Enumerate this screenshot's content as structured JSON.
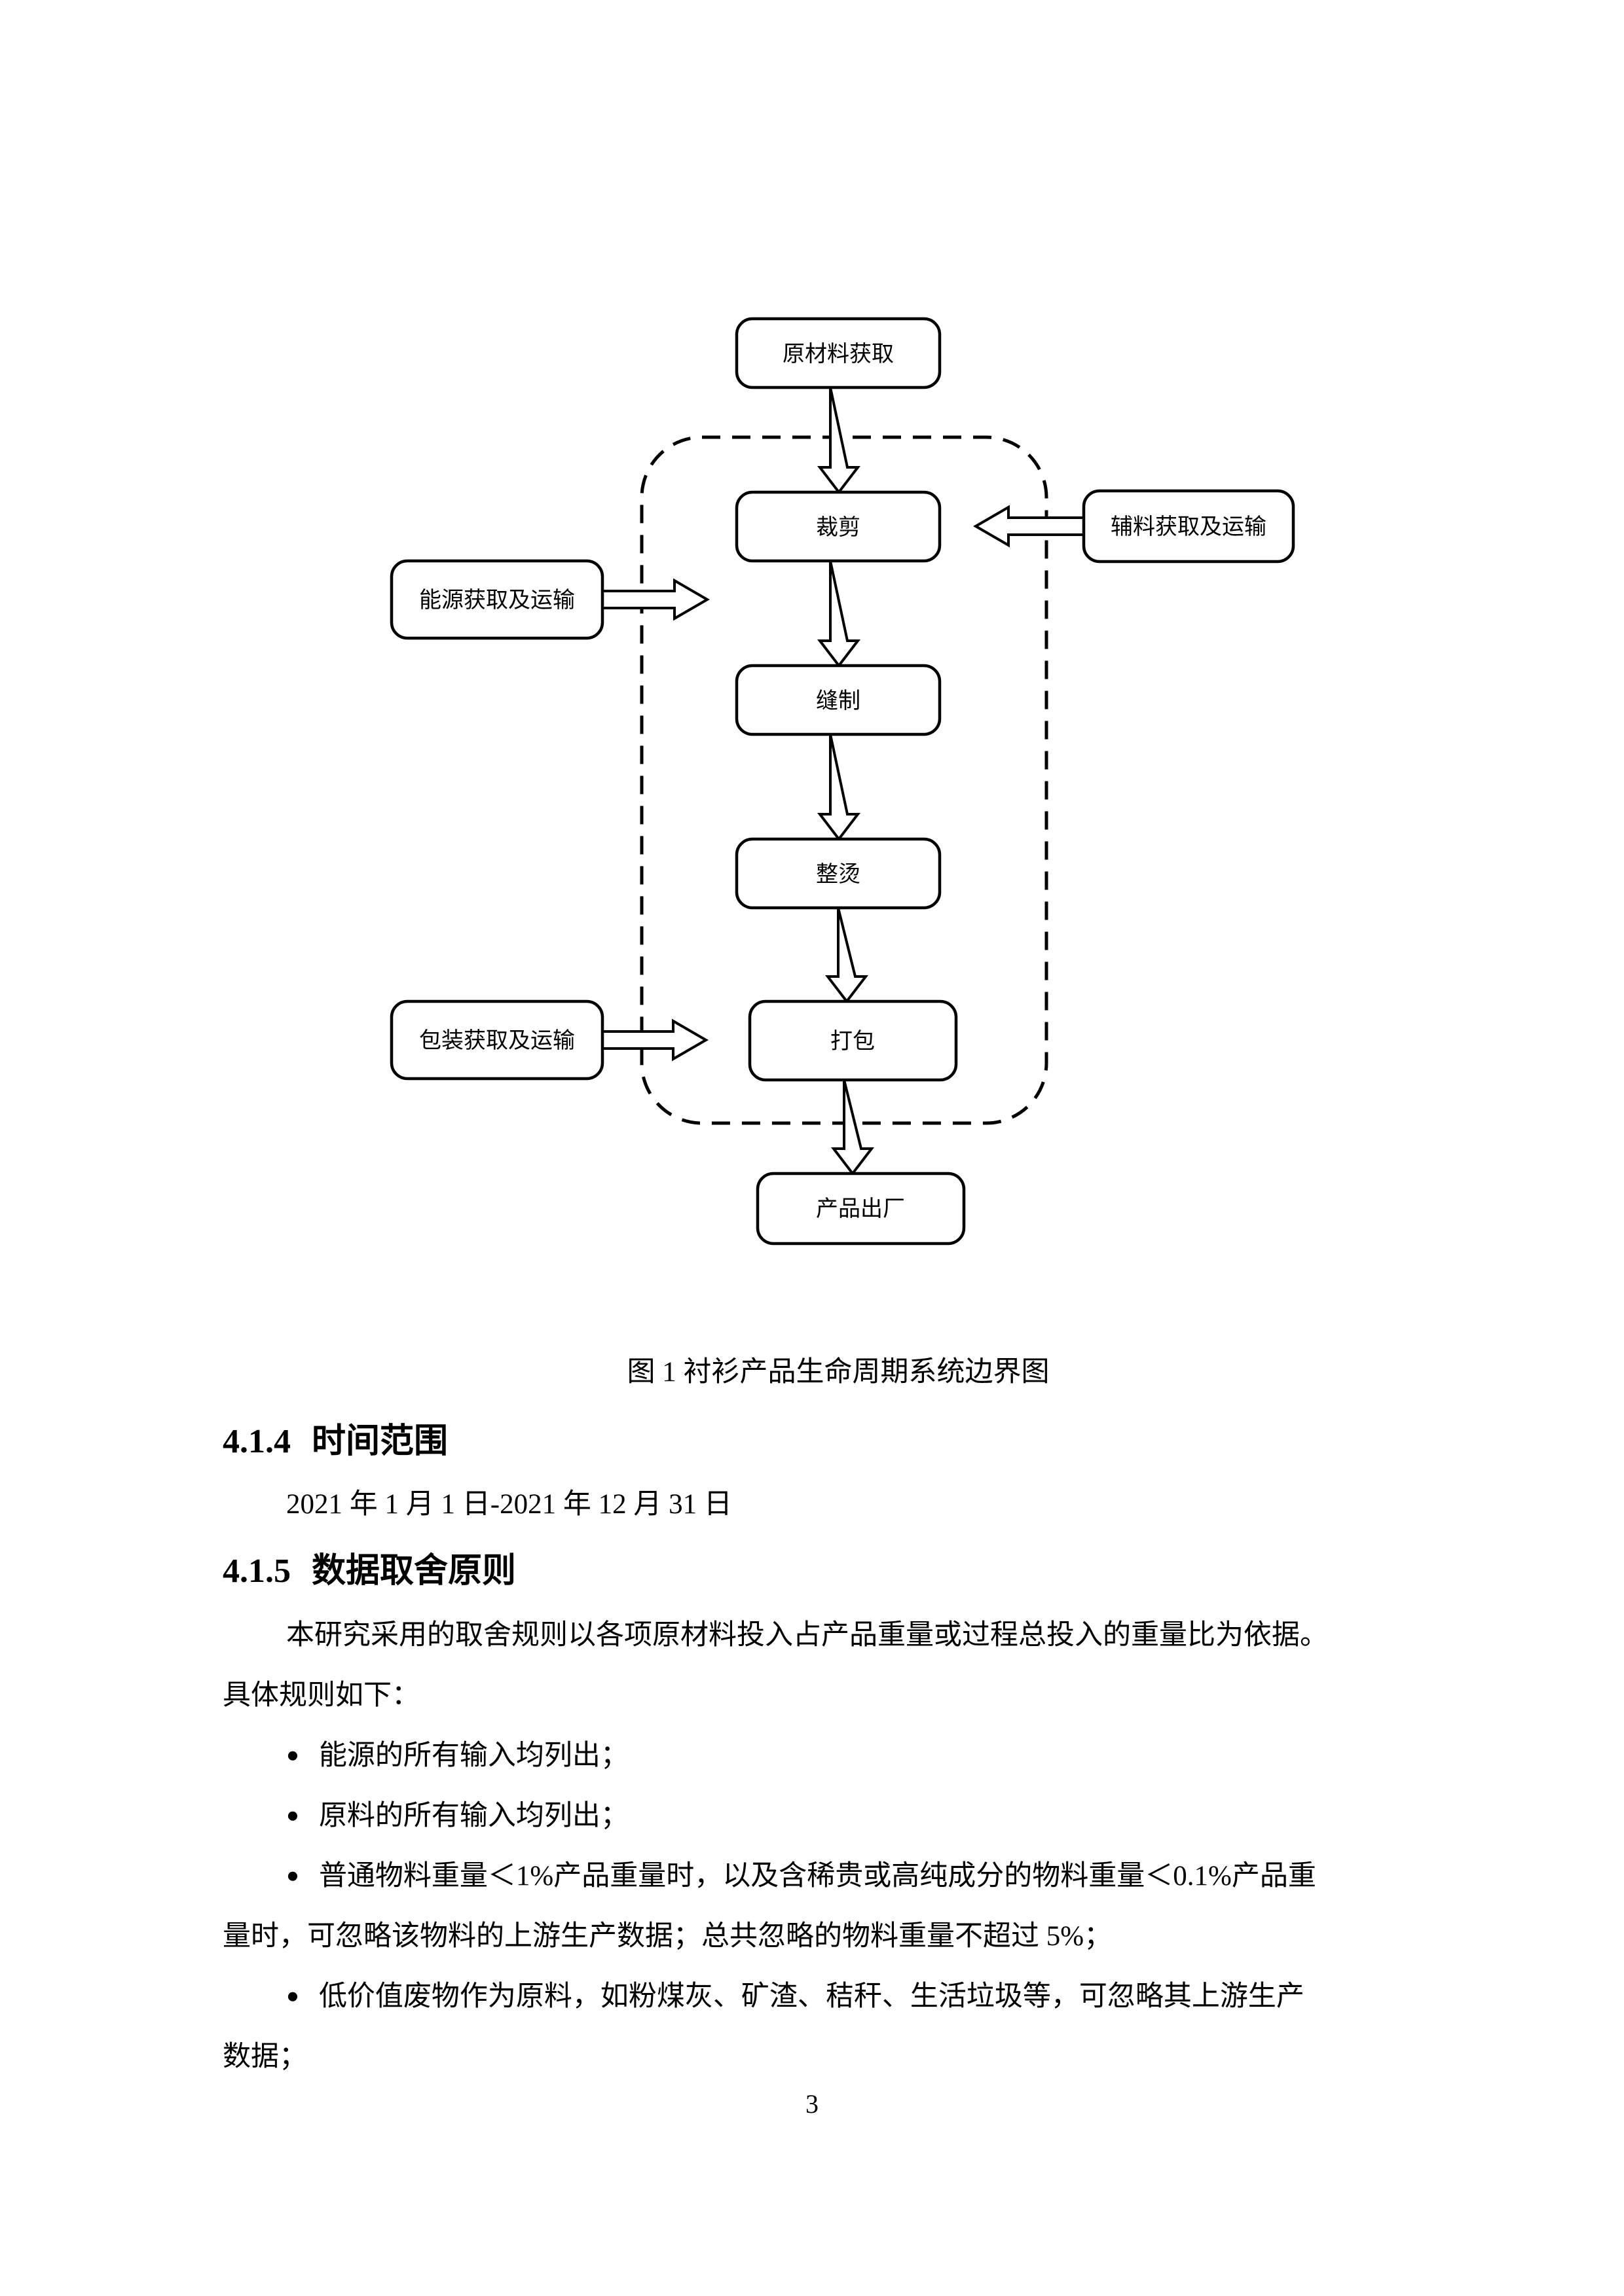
{
  "figure": {
    "caption": "图 1  衬衫产品生命周期系统边界图",
    "nodes": {
      "raw_material": "原材料获取",
      "cutting": "裁剪",
      "sewing": "缝制",
      "ironing": "整烫",
      "packing": "打包",
      "shipping": "产品出厂",
      "energy": "能源获取及运输",
      "auxiliary": "辅料获取及运输",
      "packaging": "包装获取及运输"
    }
  },
  "section_414": {
    "number": "4.1.4",
    "title": "时间范围",
    "body": "2021 年 1 月 1 日-2021 年 12 月 31 日"
  },
  "section_415": {
    "number": "4.1.5",
    "title": "数据取舍原则",
    "intro_line1": "本研究采用的取舍规则以各项原材料投入占产品重量或过程总投入的重量比为依据。",
    "intro_line2": "具体规则如下：",
    "bullet_marker": "●",
    "bullets": [
      {
        "line1": "能源的所有输入均列出；",
        "line2": ""
      },
      {
        "line1": "原料的所有输入均列出；",
        "line2": ""
      },
      {
        "line1": "普通物料重量＜1%产品重量时，以及含稀贵或高纯成分的物料重量＜0.1%产品重",
        "line2": "量时，可忽略该物料的上游生产数据；总共忽略的物料重量不超过 5%；"
      },
      {
        "line1": "低价值废物作为原料，如粉煤灰、矿渣、秸秆、生活垃圾等，可忽略其上游生产",
        "line2": "数据；"
      }
    ]
  },
  "page_number": "3"
}
